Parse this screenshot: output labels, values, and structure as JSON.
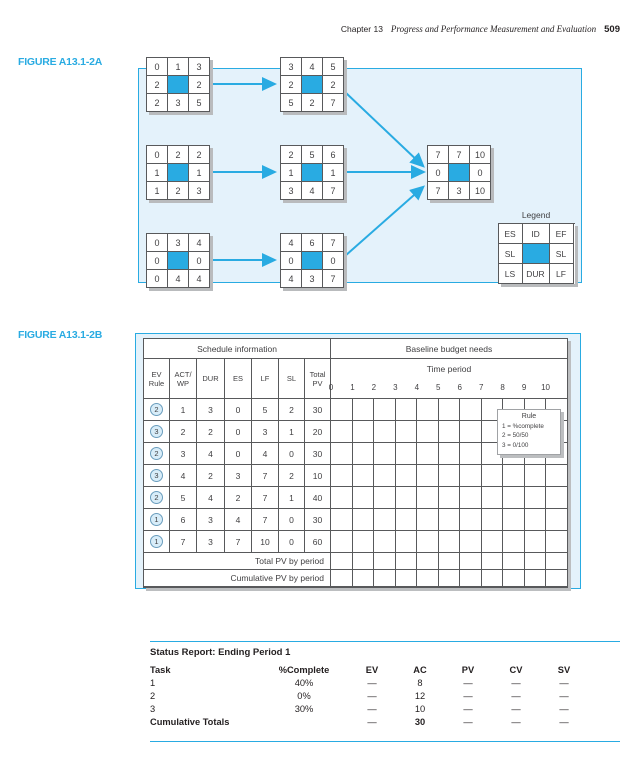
{
  "header": {
    "chapter": "Chapter 13",
    "title": "Progress and Performance Measurement and Evaluation",
    "page_number": "509"
  },
  "figure_a": {
    "label": "FIGURE A13.1-2A",
    "legend": {
      "title": "Legend",
      "grid": [
        [
          "ES",
          "ID",
          "EF"
        ],
        [
          "SL",
          "",
          "SL"
        ],
        [
          "LS",
          "DUR",
          "LF"
        ]
      ]
    },
    "nodes": [
      {
        "grid": [
          [
            "0",
            "1",
            "3"
          ],
          [
            "2",
            "",
            "2"
          ],
          [
            "2",
            "3",
            "5"
          ]
        ]
      },
      {
        "grid": [
          [
            "3",
            "4",
            "5"
          ],
          [
            "2",
            "",
            "2"
          ],
          [
            "5",
            "2",
            "7"
          ]
        ]
      },
      {
        "grid": [
          [
            "0",
            "2",
            "2"
          ],
          [
            "1",
            "",
            "1"
          ],
          [
            "1",
            "2",
            "3"
          ]
        ]
      },
      {
        "grid": [
          [
            "2",
            "5",
            "6"
          ],
          [
            "1",
            "",
            "1"
          ],
          [
            "3",
            "4",
            "7"
          ]
        ]
      },
      {
        "grid": [
          [
            "0",
            "3",
            "4"
          ],
          [
            "0",
            "",
            "0"
          ],
          [
            "0",
            "4",
            "4"
          ]
        ]
      },
      {
        "grid": [
          [
            "4",
            "6",
            "7"
          ],
          [
            "0",
            "",
            "0"
          ],
          [
            "4",
            "3",
            "7"
          ]
        ]
      },
      {
        "grid": [
          [
            "7",
            "7",
            "10"
          ],
          [
            "0",
            "",
            "0"
          ],
          [
            "7",
            "3",
            "10"
          ]
        ]
      }
    ]
  },
  "figure_b": {
    "label": "FIGURE A13.1-2B",
    "table": {
      "section_headers": {
        "left": "Schedule information",
        "right": "Baseline budget needs"
      },
      "time_period_label": "Time period",
      "period_ticks": [
        "0",
        "1",
        "2",
        "3",
        "4",
        "5",
        "6",
        "7",
        "8",
        "9",
        "10"
      ],
      "columns": [
        [
          "EV",
          "Rule"
        ],
        [
          "ACT/",
          "WP"
        ],
        [
          "DUR"
        ],
        [
          "ES"
        ],
        [
          "LF"
        ],
        [
          "SL"
        ],
        [
          "Total",
          "PV"
        ]
      ],
      "rows": [
        {
          "rule": "2",
          "cells": [
            "1",
            "3",
            "0",
            "5",
            "2",
            "30"
          ]
        },
        {
          "rule": "3",
          "cells": [
            "2",
            "2",
            "0",
            "3",
            "1",
            "20"
          ]
        },
        {
          "rule": "2",
          "cells": [
            "3",
            "4",
            "0",
            "4",
            "0",
            "30"
          ]
        },
        {
          "rule": "3",
          "cells": [
            "4",
            "2",
            "3",
            "7",
            "2",
            "10"
          ]
        },
        {
          "rule": "2",
          "cells": [
            "5",
            "4",
            "2",
            "7",
            "1",
            "40"
          ]
        },
        {
          "rule": "1",
          "cells": [
            "6",
            "3",
            "4",
            "7",
            "0",
            "30"
          ]
        },
        {
          "rule": "1",
          "cells": [
            "7",
            "3",
            "7",
            "10",
            "0",
            "60"
          ]
        }
      ],
      "total_row_label": "Total PV by period",
      "cumulative_row_label": "Cumulative PV by period"
    },
    "rule_box": {
      "title": "Rule",
      "lines": [
        "1 = %complete",
        "2 = 50/50",
        "3 = 0/100"
      ]
    }
  },
  "status_report": {
    "title": "Status Report: Ending Period 1",
    "columns": [
      "Task",
      "%Complete",
      "EV",
      "AC",
      "PV",
      "CV",
      "SV"
    ],
    "rows": [
      [
        "1",
        "40%",
        "—",
        "8",
        "—",
        "—",
        "—"
      ],
      [
        "2",
        "0%",
        "—",
        "12",
        "—",
        "—",
        "—"
      ],
      [
        "3",
        "30%",
        "—",
        "10",
        "—",
        "—",
        "—"
      ]
    ],
    "totals_row": [
      "Cumulative Totals",
      "",
      "—",
      "30",
      "—",
      "—",
      "—"
    ]
  },
  "colors": {
    "accent": "#29abe2",
    "panel_fill": "#e4f2fb",
    "grid_border": "#58595b",
    "text": "#414042",
    "shadow": "#bcbec0"
  }
}
